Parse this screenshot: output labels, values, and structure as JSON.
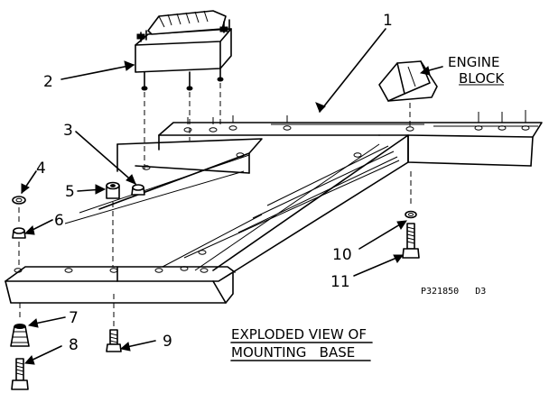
{
  "callouts": {
    "c1": "1",
    "c2": "2",
    "c3": "3",
    "c4": "4",
    "c5": "5",
    "c6": "6",
    "c7": "7",
    "c8": "8",
    "c9": "9",
    "c10": "10",
    "c11": "11"
  },
  "engine_block": {
    "line1": "ENGINE",
    "line2": "BLOCK"
  },
  "title": {
    "line1": "EXPLODED VIEW OF",
    "line2": "MOUNTING   BASE"
  },
  "part_code": "P321850   D3"
}
